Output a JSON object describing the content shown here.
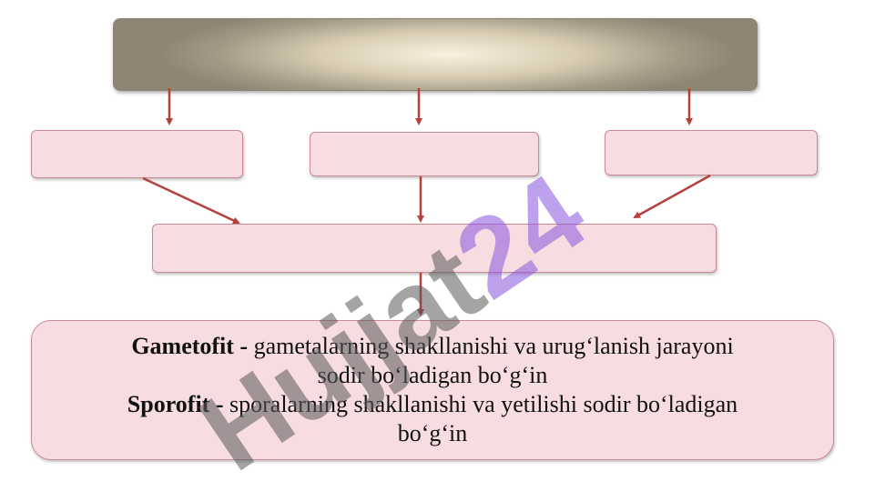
{
  "watermark": {
    "text": "Hujjat24"
  },
  "definition": {
    "gametofit_term": "Gametofit -",
    "gametofit_desc_line1": " gametalarning shakllanishi va urug‘lanish jarayoni",
    "gametofit_desc_line2": "sodir bo‘ladigan bo‘g‘in",
    "sporofit_term": "Sporofit -",
    "sporofit_desc_line1": " sporalarning shakllanishi va yetilishi sodir bo‘ladigan",
    "sporofit_desc_line2": "bo‘g‘in"
  },
  "colors": {
    "box_fill": "#f7dde1",
    "arrow": "#b5413b",
    "watermark_grey": "#5a5a5a",
    "watermark_purple": "#8a55e0"
  }
}
